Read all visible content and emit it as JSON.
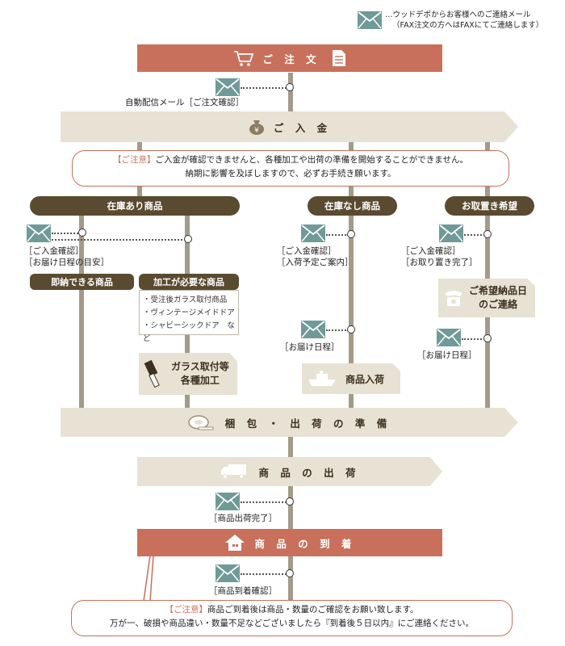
{
  "legend": {
    "icon": "mail-icon",
    "ellipsis": "…",
    "line1": "ウッドデポからお客様へのご連絡メール",
    "line2": "（FAX注文の方へはFAXにてご連絡します）"
  },
  "steps": {
    "order": "ご 注 文",
    "payment": "ご 入 金",
    "packing": "梱 包 ・ 出 荷 の 準 備",
    "shipping": "商 品 の 出 荷",
    "arrival": "商 品 の 到 着"
  },
  "emails": {
    "auto_confirm": "自動配信メール［ご注文確認］",
    "stock_payment": "［ご入金確認］",
    "stock_delivery": "［お届け日程の目安］",
    "nostock_payment": "［ご入金確認］",
    "nostock_incoming": "［入荷予定ご案内］",
    "nostock_delivery": "［お届け日程］",
    "hold_payment": "［ご入金確認］",
    "hold_complete": "［お取り置き完了］",
    "hold_delivery": "［お届け日程］",
    "shipped": "［商品出荷完了］",
    "arrived": "［商品到着確認］"
  },
  "notices": {
    "payment": {
      "warn": "【ご注意】",
      "line1": "ご入金が確認できませんと、各種加工や出荷の準備を開始することができません。",
      "line2": "納期に影響を及ぼしますので、必ずお手続き願います。"
    },
    "arrival": {
      "warn": "【ご注意】",
      "line1": "商品ご到着後は商品・数量のご確認をお願い致します。",
      "line2": "万が一、破損や商品違い・数量不足などございましたら『到着後５日以内』にご連絡ください。"
    }
  },
  "branches": {
    "in_stock": "在庫あり商品",
    "out_of_stock": "在庫なし商品",
    "hold": "お取置き希望",
    "immediate": "即納できる商品",
    "processing": "加工が必要な商品",
    "processing_items": [
      "・受注後ガラス取付商品",
      "・ヴィンテージメイドドア",
      "・シャビーシックドア　など"
    ],
    "glass_work_line1": "ガラス取付等",
    "glass_work_line2": "各種加工",
    "incoming": "商品入荷",
    "hold_contact_line1": "ご希望納品日",
    "hold_contact_line2": "のご連絡"
  },
  "colors": {
    "accent": "#c8705b",
    "beige": "#e7e2d3",
    "dark": "#5a4a30",
    "mail": "#6f9a98"
  }
}
